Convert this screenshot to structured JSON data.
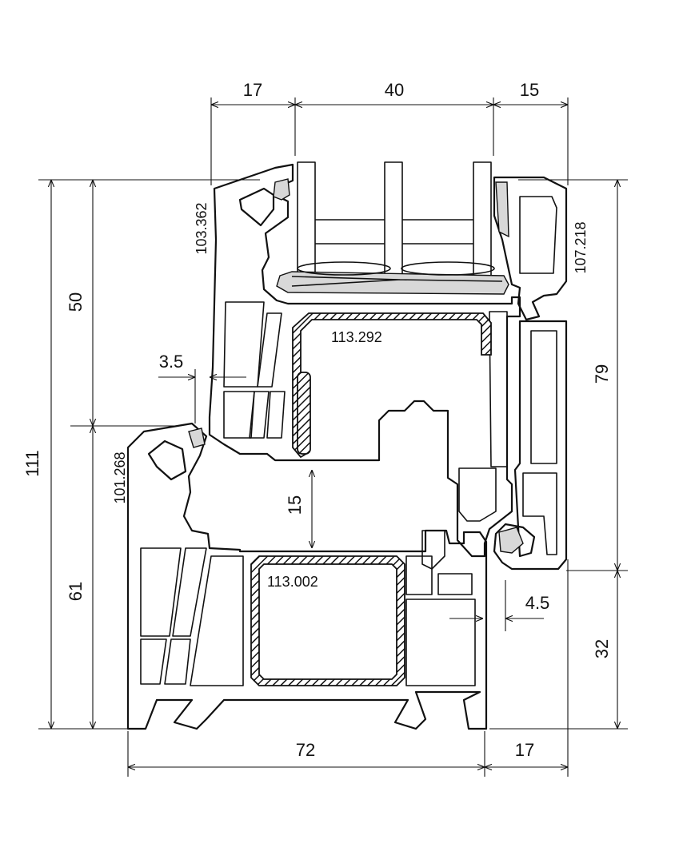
{
  "dimensions": {
    "top_left": "17",
    "top_middle": "40",
    "top_right": "15",
    "overall_height": "111",
    "upper_height": "50",
    "lower_height": "61",
    "right_upper": "79",
    "right_lower": "32",
    "gap_left": "3.5",
    "rebate": "15",
    "gap_right": "4.5",
    "bottom_width": "72",
    "bottom_right": "17"
  },
  "profile_codes": {
    "sash_profile": "103.362",
    "frame_profile": "101.268",
    "bead_profile": "107.218",
    "sash_steel": "113.292",
    "frame_steel": "113.002"
  },
  "colors": {
    "line": "#111111",
    "background": "#ffffff"
  }
}
